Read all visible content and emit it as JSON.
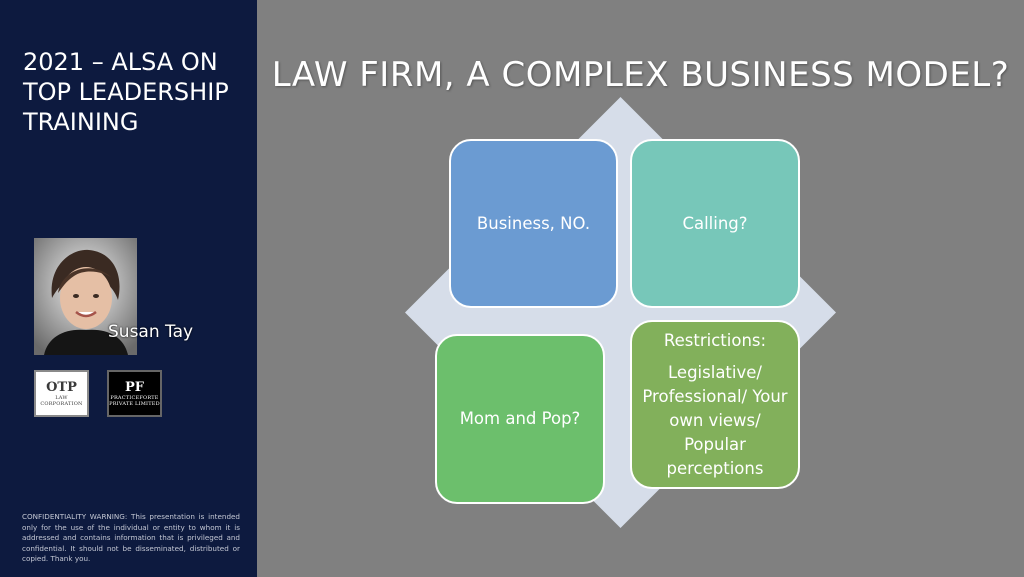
{
  "sidebar": {
    "title": "2021 – ALSA ON TOP LEADERSHIP TRAINING",
    "presenter_name": "Susan Tay",
    "logos": [
      {
        "mark": "OTP",
        "sub": "LAW CORPORATION"
      },
      {
        "mark": "PF",
        "sub": "PRACTICEFORTE PRIVATE LIMITED"
      }
    ],
    "confidentiality": "CONFIDENTIALITY WARNING: This presentation is intended only for the use of the individual or entity to whom it is addressed and contains information that is privileged and confidential. It should not be disseminated, distributed or copied. Thank you."
  },
  "slide": {
    "title": "LAW FIRM, A COMPLEX BUSINESS MODEL?",
    "boxes": {
      "business": "Business, NO.",
      "calling": "Calling?",
      "mom_and_pop": "Mom and Pop?",
      "restrictions_heading": "Restrictions:",
      "restrictions_body": "Legislative/ Professional/ Your own views/ Popular perceptions"
    }
  },
  "colors": {
    "sidebar_bg": "#0d1a3f",
    "slide_bg": "#808080",
    "diamond": "#d6dde9",
    "business_box": "#6b9bd2",
    "calling_box": "#77c7b9",
    "mom_and_pop_box": "#6cbf6c",
    "restrictions_box": "#82b05b"
  }
}
